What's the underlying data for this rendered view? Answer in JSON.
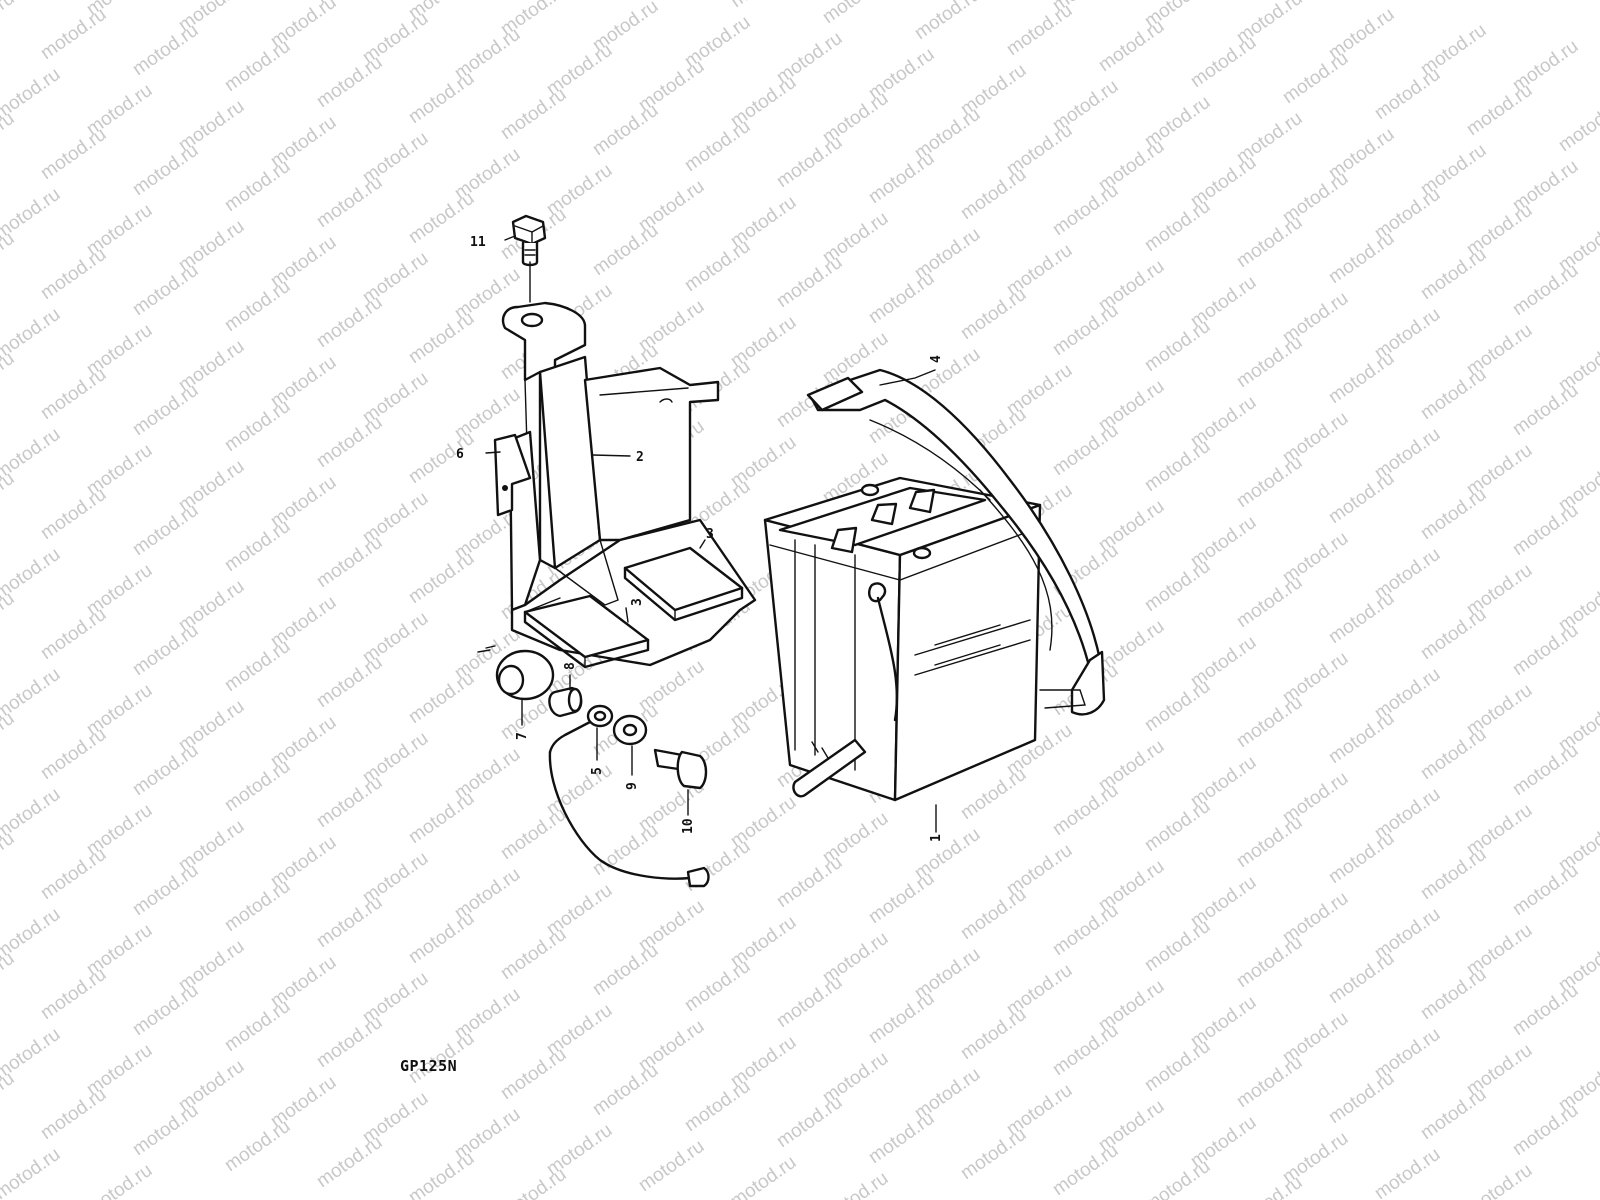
{
  "watermark": {
    "text": "motod.ru",
    "color": "#c8c8c8"
  },
  "diagram": {
    "model_code": "GP125N",
    "callouts": [
      {
        "id": "callout-1",
        "label": "1"
      },
      {
        "id": "callout-2",
        "label": "2"
      },
      {
        "id": "callout-3a",
        "label": "3"
      },
      {
        "id": "callout-3b",
        "label": "3"
      },
      {
        "id": "callout-4",
        "label": "4"
      },
      {
        "id": "callout-5",
        "label": "5"
      },
      {
        "id": "callout-6",
        "label": "6"
      },
      {
        "id": "callout-7",
        "label": "7"
      },
      {
        "id": "callout-8",
        "label": "8"
      },
      {
        "id": "callout-9",
        "label": "9"
      },
      {
        "id": "callout-10",
        "label": "10"
      },
      {
        "id": "callout-11",
        "label": "11"
      }
    ],
    "parts": [
      {
        "label": "1",
        "name": "battery"
      },
      {
        "label": "2",
        "name": "battery-holder-bracket"
      },
      {
        "label": "3",
        "name": "battery-cushion"
      },
      {
        "label": "4",
        "name": "battery-strap"
      },
      {
        "label": "5",
        "name": "ground-lead-terminal"
      },
      {
        "label": "6",
        "name": "holder-clip"
      },
      {
        "label": "7",
        "name": "rubber-grommet"
      },
      {
        "label": "8",
        "name": "spacer-collar"
      },
      {
        "label": "9",
        "name": "washer"
      },
      {
        "label": "10",
        "name": "mounting-bolt"
      },
      {
        "label": "11",
        "name": "top-bolt"
      }
    ]
  }
}
